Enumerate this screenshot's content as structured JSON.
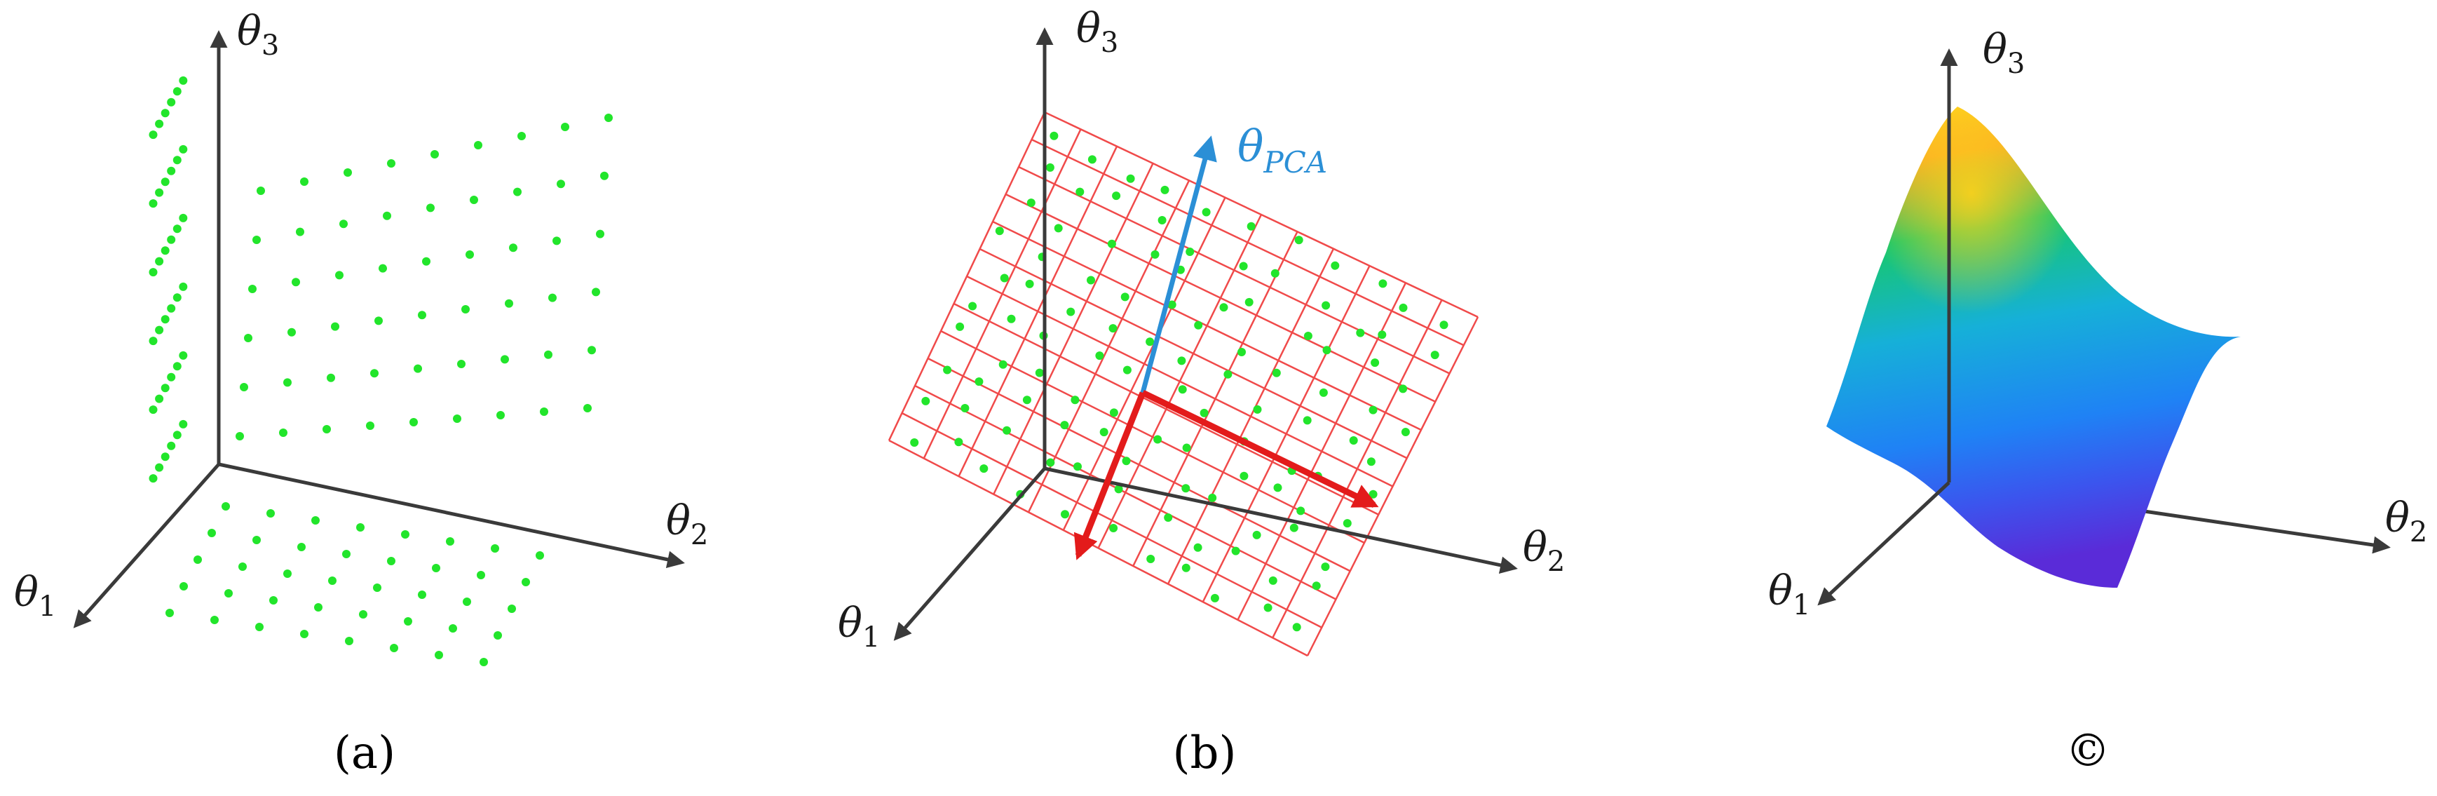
{
  "panels": [
    {
      "id": "a",
      "label": "(a)",
      "axes": {
        "x3": "θ",
        "x3_sub": "3",
        "x2": "θ",
        "x2_sub": "2",
        "x1": "θ",
        "x1_sub": "1"
      }
    },
    {
      "id": "b",
      "label": "(b)",
      "axes": {
        "x3": "θ",
        "x3_sub": "3",
        "x2": "θ",
        "x2_sub": "2",
        "x1": "θ",
        "x1_sub": "1"
      },
      "pca": {
        "symbol": "θ",
        "sub": "PCA"
      }
    },
    {
      "id": "c",
      "label": "©",
      "axes": {
        "x3": "θ",
        "x3_sub": "3",
        "x2": "θ",
        "x2_sub": "2",
        "x1": "θ",
        "x1_sub": "1"
      }
    }
  ],
  "colors": {
    "axis": "#3a3a3a",
    "points": "#22e52b",
    "grid": "#f04a4a",
    "pca_axis": "#2b8fd6",
    "principal_axes": "#e31b1b",
    "surface": [
      "#ffe21a",
      "#17c86b",
      "#17a6f0",
      "#5a2bd8"
    ]
  }
}
